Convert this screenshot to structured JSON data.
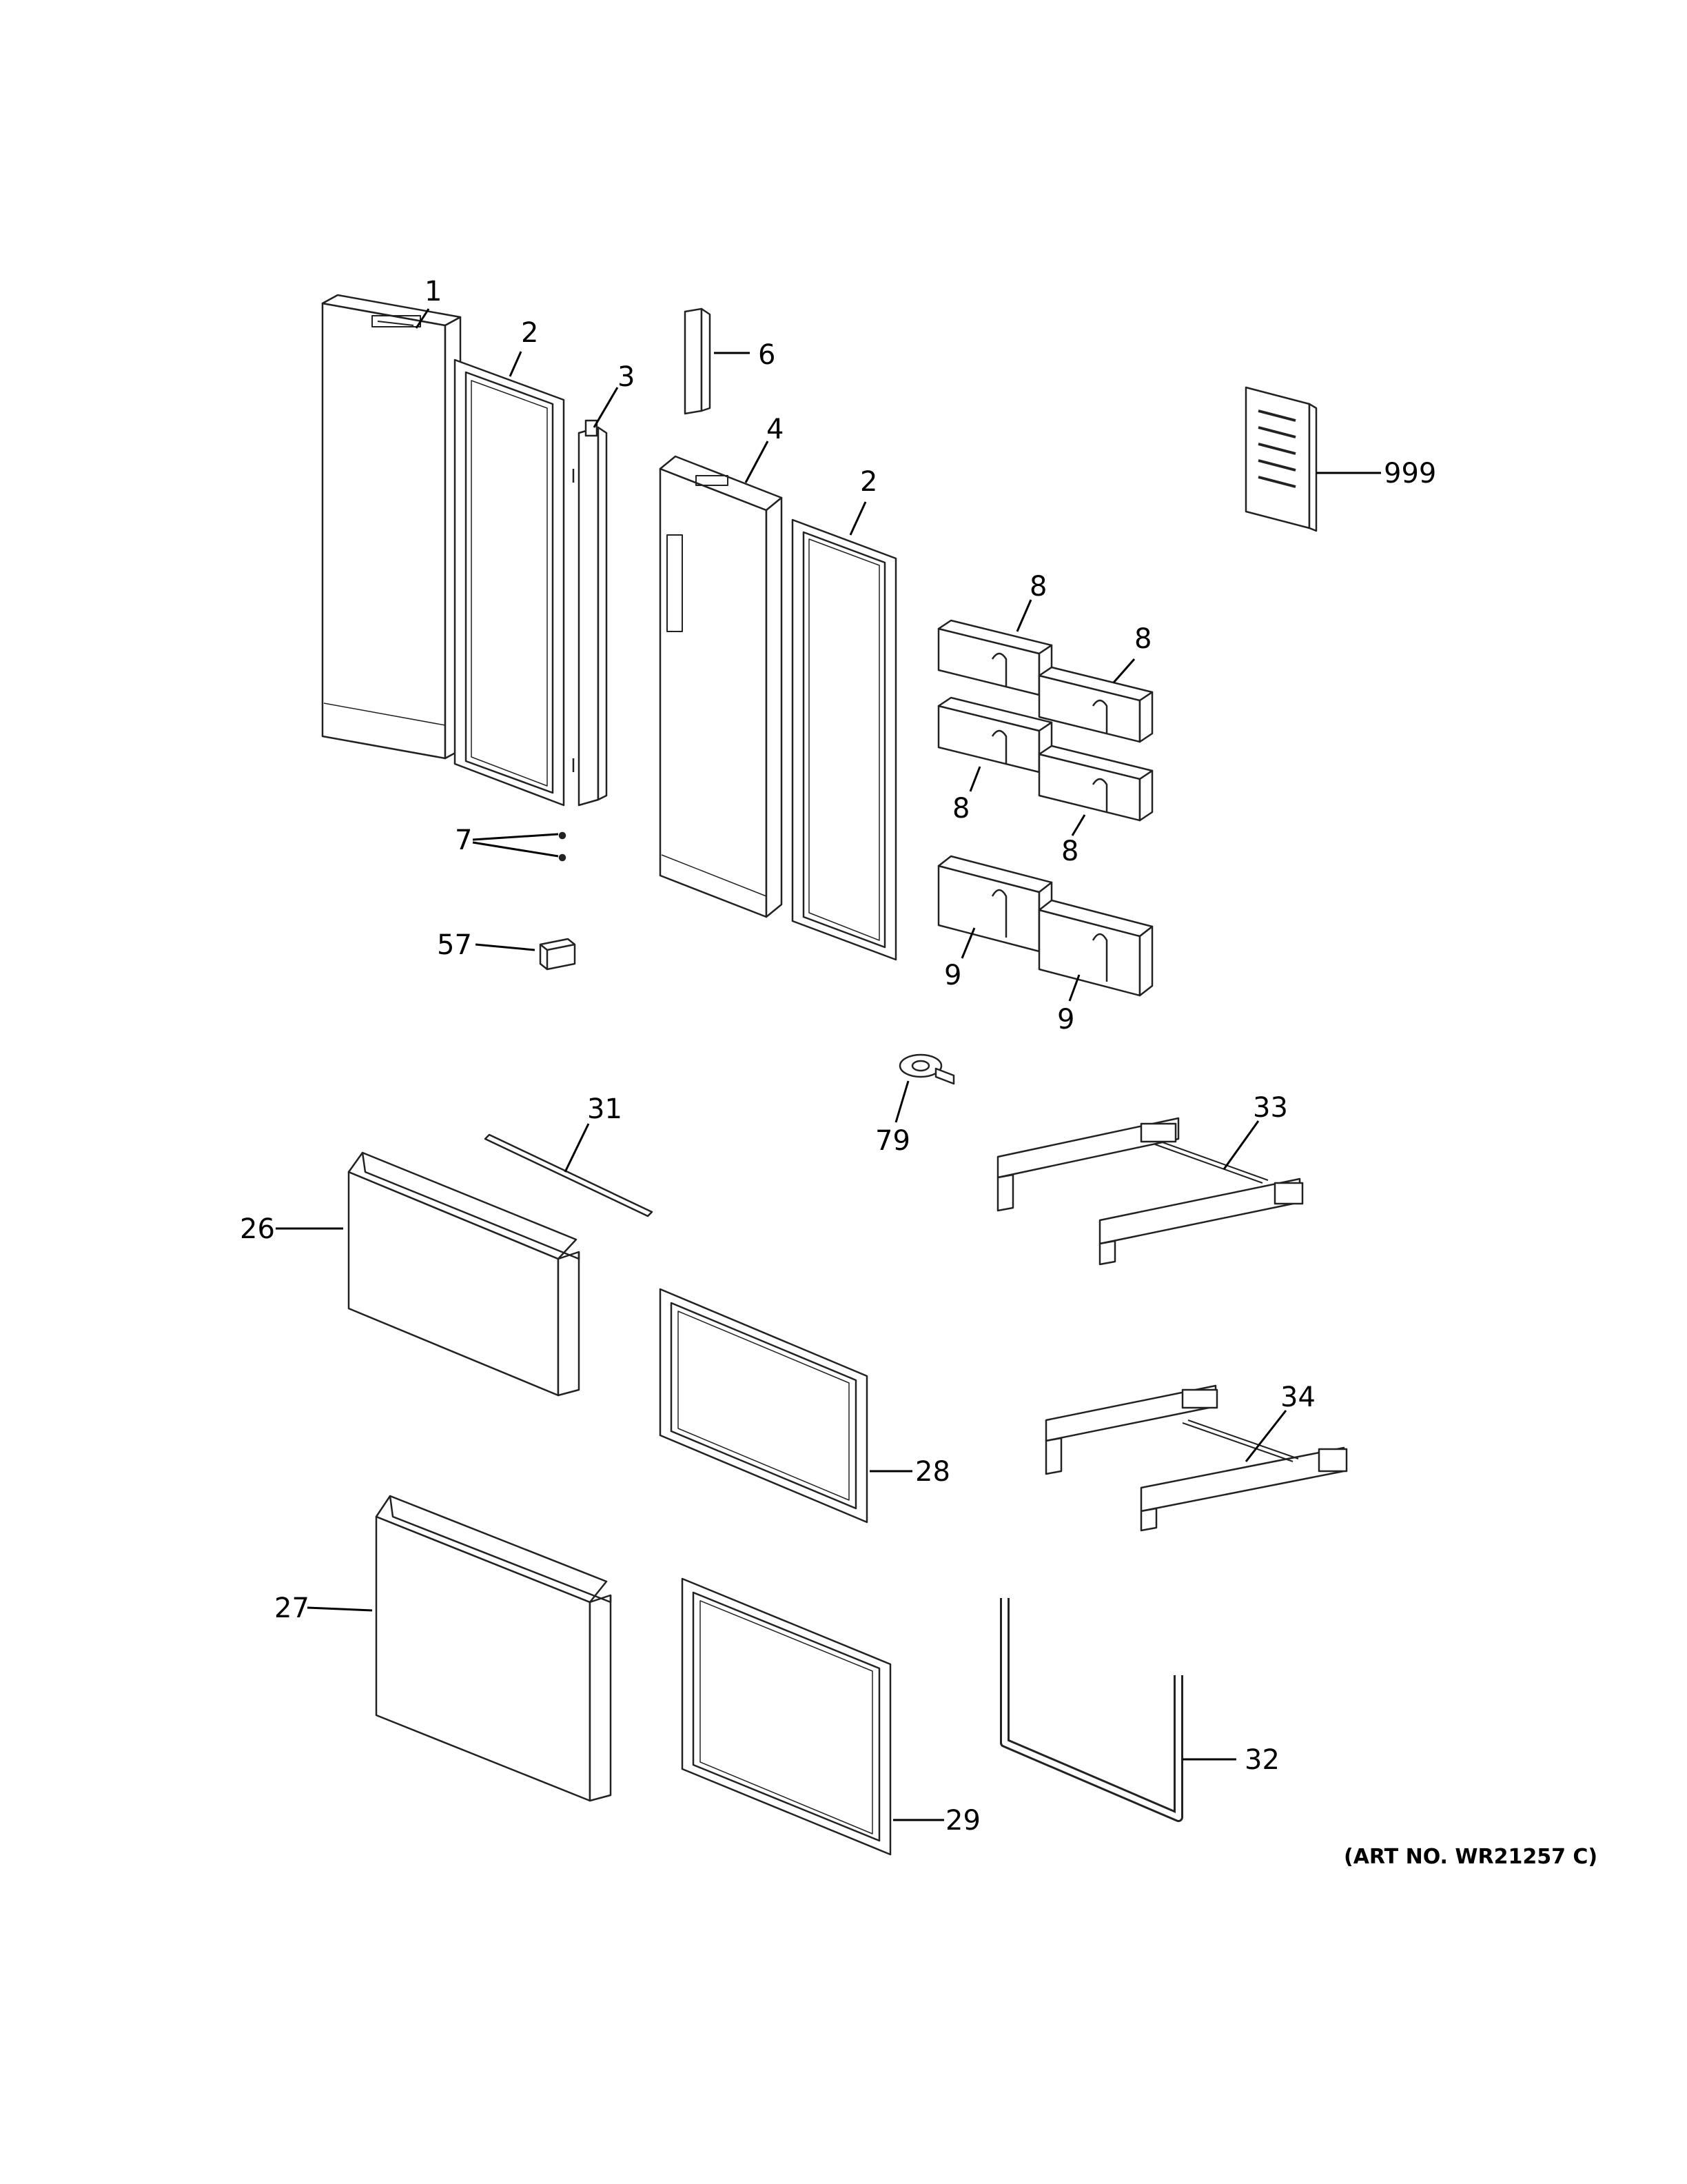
{
  "callouts": {
    "c1": "1",
    "c2a": "2",
    "c2b": "2",
    "c3": "3",
    "c4": "4",
    "c6": "6",
    "c999": "999",
    "c8a": "8",
    "c8b": "8",
    "c8c": "8",
    "c8d": "8",
    "c9a": "9",
    "c9b": "9",
    "c7": "7",
    "c57": "57",
    "c79": "79",
    "c31": "31",
    "c33": "33",
    "c26": "26",
    "c28": "28",
    "c34": "34",
    "c27": "27",
    "c29": "29",
    "c32": "32"
  },
  "art_number": "(ART NO. WR21257 C)"
}
